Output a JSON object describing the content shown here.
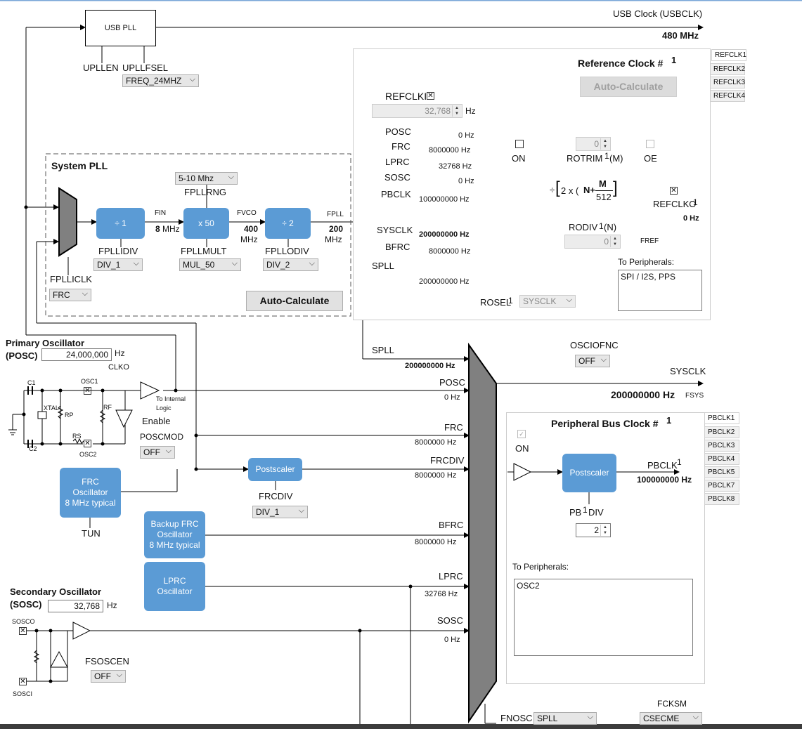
{
  "usb": {
    "box_label": "USB PLL",
    "upllen": "UPLLEN",
    "upllfsel": "UPLLFSEL",
    "upllfsel_value": "FREQ_24MHZ",
    "clock_label": "USB Clock (USBCLK)",
    "clock_freq": "480 MHz"
  },
  "syspll": {
    "title": "System PLL",
    "fpllrng_value": "5-10 Mhz",
    "fpllrng_label": "FPLLRNG",
    "div_box": "÷ 1",
    "mult_box": "x  50",
    "odiv_box": "÷ 2",
    "fin_label": "FIN",
    "fin_val": "8",
    "fin_unit": "MHz",
    "fvco_label": "FVCO",
    "fvco_val": "400",
    "fvco_unit": "MHz",
    "fpll_label": "FPLL",
    "fpll_val": "200",
    "fpll_unit": "MHz",
    "fpllidiv_label": "FPLLIDIV",
    "fpllidiv_value": "DIV_1",
    "fpllmult_label": "FPLLMULT",
    "fpllmult_value": "MUL_50",
    "fpllodiv_label": "FPLLODIV",
    "fpllodiv_value": "DIV_2",
    "fpllclk_label": "FPLLICLK",
    "fpllclk_value": "FRC",
    "autocalc": "Auto-Calculate"
  },
  "refclk": {
    "title": "Reference Clock #",
    "title_sup": "1",
    "autocalc": "Auto-Calculate",
    "tabs": [
      "REFCLK1",
      "REFCLK2",
      "REFCLK3",
      "REFCLK4"
    ],
    "refclki_label": "REFCLKI",
    "refclki_value": "32,768",
    "refclki_unit": "Hz",
    "inputs": [
      {
        "name": "POSC",
        "freq": "0 Hz"
      },
      {
        "name": "FRC",
        "freq": "8000000 Hz"
      },
      {
        "name": "LPRC",
        "freq": "32768 Hz"
      },
      {
        "name": "SOSC",
        "freq": "0 Hz"
      },
      {
        "name": "PBCLK",
        "freq": "100000000 Hz"
      },
      {
        "name": "SYSCLK",
        "freq": "200000000 Hz"
      },
      {
        "name": "BFRC",
        "freq": "8000000 Hz"
      },
      {
        "name": "SPLL",
        "freq": "200000000 Hz"
      }
    ],
    "on_label": "ON",
    "oe_label": "OE",
    "rotrim_label": "ROTRIM",
    "rotrim_sup": "1",
    "rotrim_m": "(M)",
    "rotrim_value": "0",
    "rodiv_label": "RODIV",
    "rodiv_sup": "1",
    "rodiv_n": "(N)",
    "rodiv_value": "0",
    "formula_div": "÷",
    "formula_two": "2 x (",
    "formula_n": "N+",
    "formula_m": "M",
    "formula_512": "512",
    "refclko_label": "REFCLKO",
    "refclko_sup": "1",
    "refclko_freq": "0 Hz",
    "fref_label": "FREF",
    "to_periph_label": "To Peripherals:",
    "to_periph_value": "SPI / I2S, PPS",
    "rosel_label": "ROSEL",
    "rosel_sup": "1",
    "rosel_value": "SYSCLK"
  },
  "posc": {
    "title": "Primary Oscillator",
    "abbr": "(POSC)",
    "value": "24,000,000",
    "unit": "Hz",
    "clko": "CLKO",
    "c1": "C1",
    "c2": "C2",
    "osc1": "OSC1",
    "osc2": "OSC2",
    "xtal": "XTAL",
    "rp": "RP",
    "rf": "RF",
    "rs": "RS",
    "to_internal": "To Internal",
    "logic": "Logic",
    "enable": "Enable",
    "poscmod_label": "POSCMOD",
    "poscmod_value": "OFF"
  },
  "frc": {
    "box": "FRC\nOscillator\n8 MHz typical",
    "tun": "TUN",
    "postscaler": "Postscaler",
    "frcdiv_label": "FRCDIV",
    "frcdiv_value": "DIV_1"
  },
  "bfrc": {
    "box": "Backup FRC\nOscillator\n8 MHz typical"
  },
  "lprc": {
    "box": "LPRC\nOscillator"
  },
  "sosc": {
    "title": "Secondary Oscillator",
    "abbr": "(SOSC)",
    "value": "32,768",
    "unit": "Hz",
    "sosco": "SOSCO",
    "sosci": "SOSCI",
    "fsoscen_label": "FSOSCEN",
    "fsoscen_value": "OFF"
  },
  "sysmux": {
    "spll_label": "SPLL",
    "spll_freq": "200000000 Hz",
    "inputs": [
      {
        "name": "POSC",
        "freq": "0 Hz"
      },
      {
        "name": "FRC",
        "freq": "8000000 Hz"
      },
      {
        "name": "FRCDIV",
        "freq": "8000000 Hz"
      },
      {
        "name": "BFRC",
        "freq": "8000000 Hz"
      },
      {
        "name": "LPRC",
        "freq": "32768 Hz"
      },
      {
        "name": "SOSC",
        "freq": "0 Hz"
      }
    ],
    "osciofnc_label": "OSCIOFNC",
    "osciofnc_value": "OFF",
    "sysclk_label": "SYSCLK",
    "sysclk_freq": "200000000 Hz",
    "fsys": "FSYS",
    "fnosc_label": "FNOSC",
    "fnosc_value": "SPLL",
    "fcksm_label": "FCKSM",
    "fcksm_value": "CSECME"
  },
  "pbclk": {
    "title": "Peripheral Bus Clock #",
    "title_sup": "1",
    "tabs": [
      "PBCLK1",
      "PBCLK2",
      "PBCLK3",
      "PBCLK4",
      "PBCLK5",
      "PBCLK7",
      "PBCLK8"
    ],
    "on_label": "ON",
    "postscaler": "Postscaler",
    "out_label": "PBCLK",
    "out_sup": "1",
    "out_freq": "100000000 Hz",
    "pbdiv_label": "PB",
    "pbdiv_sup": "1",
    "pbdiv_label2": "DIV",
    "pbdiv_value": "2",
    "to_periph_label": "To Peripherals:",
    "to_periph_value": "OSC2"
  },
  "colors": {
    "block": "#5b9bd5",
    "mux": "#808080"
  }
}
